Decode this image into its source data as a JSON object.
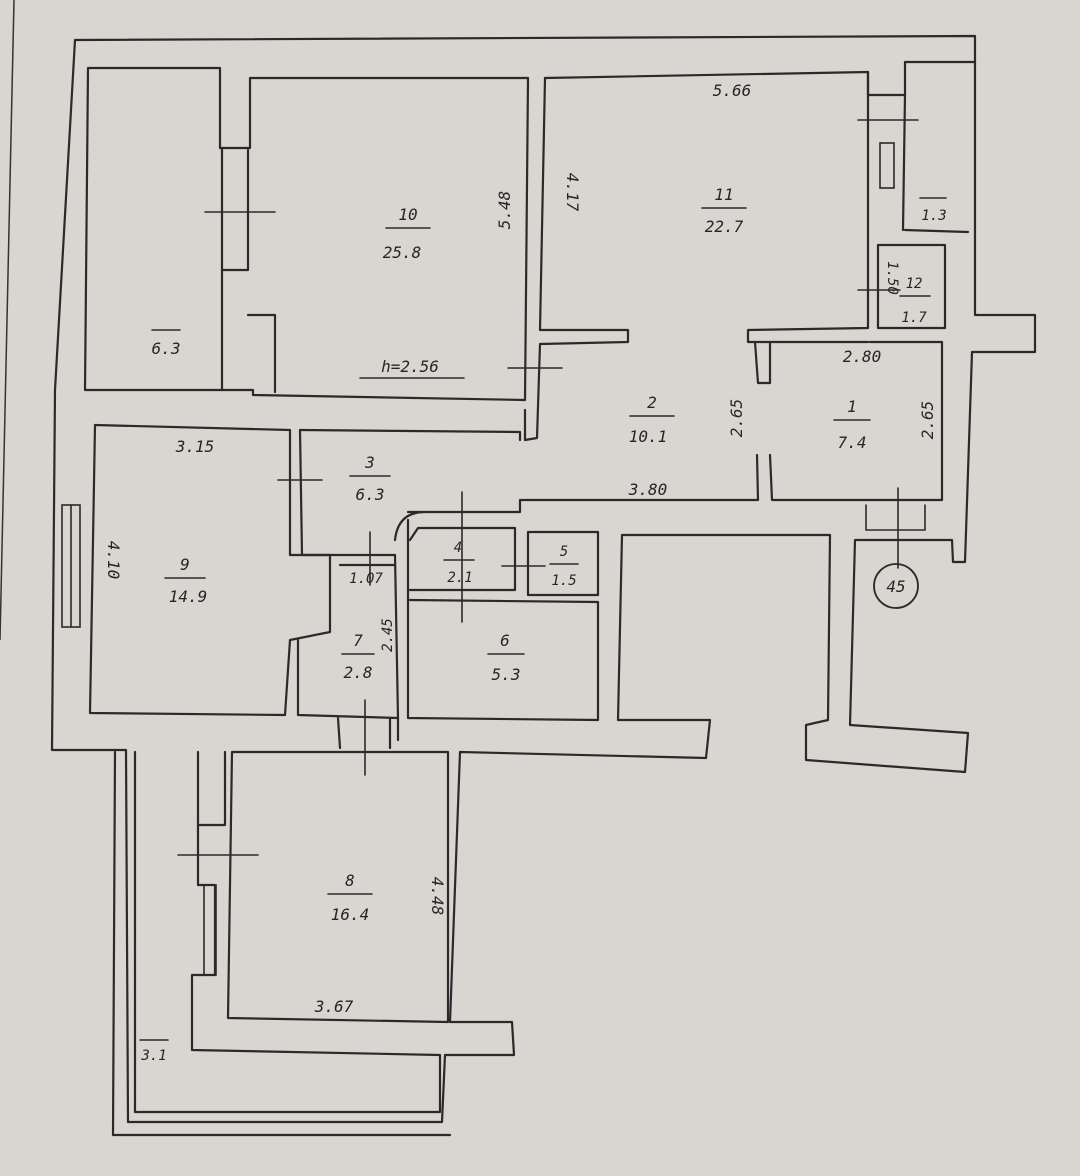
{
  "plan": {
    "rooms": [
      {
        "id": "1",
        "num": "1",
        "area": "7.4"
      },
      {
        "id": "2",
        "num": "2",
        "area": "10.1"
      },
      {
        "id": "3",
        "num": "3",
        "area": "6.3"
      },
      {
        "id": "4",
        "num": "4",
        "area": "2.1"
      },
      {
        "id": "5",
        "num": "5",
        "area": "1.5"
      },
      {
        "id": "6",
        "num": "6",
        "area": "5.3"
      },
      {
        "id": "7",
        "num": "7",
        "area": "2.8"
      },
      {
        "id": "8",
        "num": "8",
        "area": "16.4"
      },
      {
        "id": "9",
        "num": "9",
        "area": "14.9"
      },
      {
        "id": "10",
        "num": "10",
        "area": "25.8"
      },
      {
        "id": "11",
        "num": "11",
        "area": "22.7"
      },
      {
        "id": "12",
        "num": "12",
        "area": "1.7"
      }
    ],
    "balconies": [
      {
        "id": "left",
        "area": "6.3"
      },
      {
        "id": "top-right",
        "area": "1.3"
      },
      {
        "id": "bottom",
        "area": "3.1"
      }
    ],
    "dimensions": [
      {
        "id": "d-566",
        "text": "5.66"
      },
      {
        "id": "d-548",
        "text": "5.48"
      },
      {
        "id": "d-417",
        "text": "4.17"
      },
      {
        "id": "d-315",
        "text": "3.15"
      },
      {
        "id": "d-410",
        "text": "4.10"
      },
      {
        "id": "d-380",
        "text": "3.80"
      },
      {
        "id": "d-265a",
        "text": "2.65"
      },
      {
        "id": "d-280",
        "text": "2.80"
      },
      {
        "id": "d-265b",
        "text": "2.65"
      },
      {
        "id": "d-150",
        "text": "1.50"
      },
      {
        "id": "d-107",
        "text": "1.07"
      },
      {
        "id": "d-245",
        "text": "2.45"
      },
      {
        "id": "d-448",
        "text": "4.48"
      },
      {
        "id": "d-367",
        "text": "3.67"
      }
    ],
    "height_note": "h=2.56",
    "stair_mark": "45"
  }
}
